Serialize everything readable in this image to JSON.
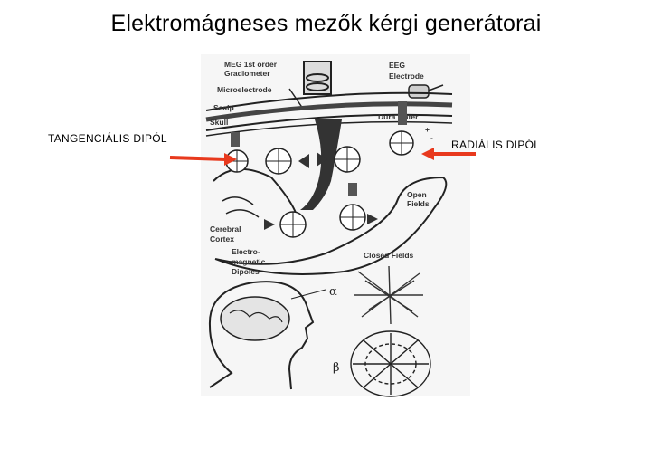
{
  "slide": {
    "title": "Elektromágneses mezők kérgi generátorai",
    "label_left": "TANGENCIÁLIS DIPÓL",
    "label_right": "RADIÁLIS DIPÓL"
  },
  "figure": {
    "labels": {
      "meg": [
        "MEG 1st order",
        "Gradiometer"
      ],
      "microelectrode": "Microelectrode",
      "eeg": [
        "EEG",
        "Electrode"
      ],
      "scalp": "Scalp",
      "skull": "Skull",
      "dura": "Dura Mater",
      "open_fields": [
        "Open",
        "Fields"
      ],
      "cerebral_cortex": [
        "Cerebral",
        "Cortex"
      ],
      "dipoles": [
        "Electro-",
        "magnetic",
        "Dipoles"
      ],
      "closed_fields": "Closed Fields",
      "alpha": "α",
      "beta": "β",
      "plus": "+",
      "minus": "-"
    },
    "colors": {
      "arrow": "#e8391d",
      "ink": "#2b2b2b",
      "figure_bg": "#f4f4f4"
    }
  }
}
